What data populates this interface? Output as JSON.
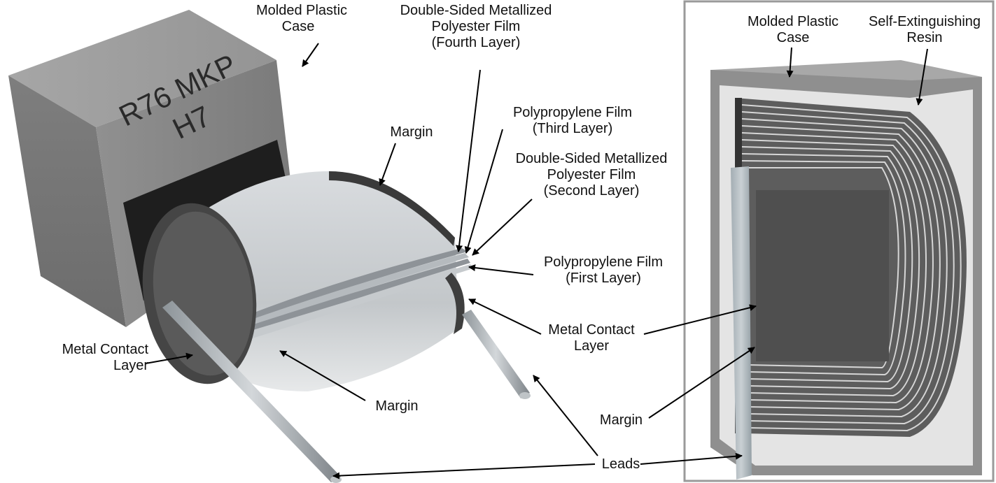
{
  "case_print": {
    "line1": "R76 MKP",
    "line2": "H7"
  },
  "left_labels": {
    "molded_case": [
      "Molded Plastic",
      "Case"
    ],
    "poly_film_fourth": [
      "Double-Sided Metallized",
      "Polyester Film",
      "(Fourth Layer)"
    ],
    "pp_film_third": [
      "Polypropylene Film",
      "(Third Layer)"
    ],
    "margin_top": "Margin",
    "poly_film_second": [
      "Double-Sided Metallized",
      "Polyester Film",
      "(Second Layer)"
    ],
    "pp_film_first": [
      "Polypropylene Film",
      "(First Layer)"
    ],
    "metal_contact_left": [
      "Metal Contact",
      "Layer"
    ],
    "metal_contact_right": [
      "Metal Contact",
      "Layer"
    ],
    "margin_bottom": "Margin"
  },
  "right_labels": {
    "molded_case": [
      "Molded Plastic",
      "Case"
    ],
    "resin": [
      "Self-Extinguishing",
      "Resin"
    ],
    "margin": "Margin"
  },
  "shared_labels": {
    "leads": "Leads"
  },
  "colors": {
    "case_gray": "#8a8a8a",
    "resin": "#e6e6e6",
    "film": "#c9cdd0",
    "contact": "#4a4a4a",
    "frame": "#9a9a9a"
  }
}
